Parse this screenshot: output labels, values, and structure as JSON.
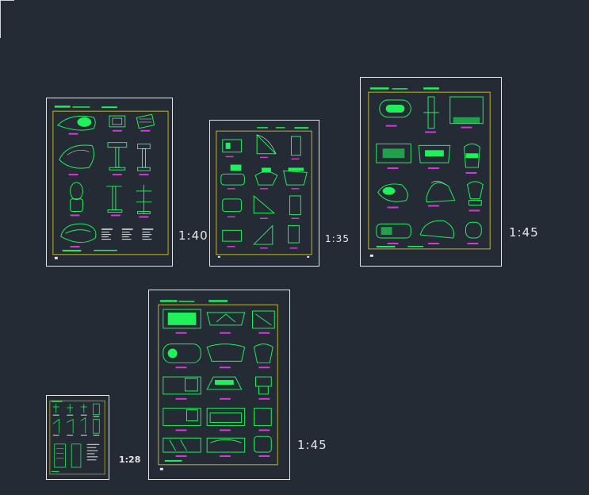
{
  "canvas": {
    "background": "#242b35"
  },
  "colors": {
    "frame": "#e6e6e6",
    "border": "#e3d92c",
    "drawing": "#20f05a",
    "label": "#d838d8",
    "text": "#e6e6e6"
  },
  "sheets": [
    {
      "id": "sheet-1",
      "scale": "1:40"
    },
    {
      "id": "sheet-2",
      "scale": "1:35"
    },
    {
      "id": "sheet-3",
      "scale": "1:45"
    },
    {
      "id": "sheet-4",
      "scale": "1:28"
    },
    {
      "id": "sheet-5",
      "scale": "1:45"
    }
  ]
}
